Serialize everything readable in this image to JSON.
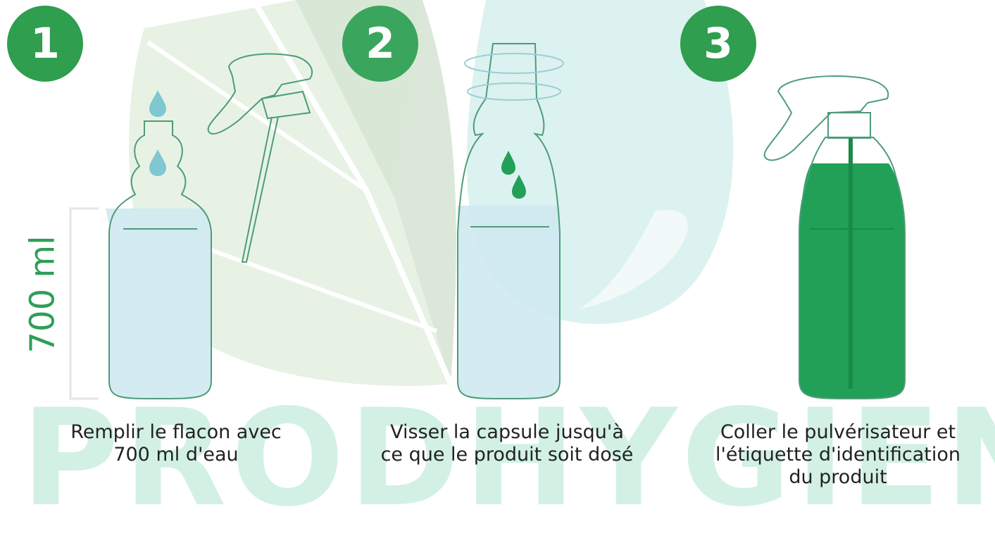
{
  "watermark": {
    "brand": "PRODHYGIENE"
  },
  "volume_label": "700 ml",
  "steps": [
    {
      "number": "1",
      "caption_lines": [
        "Remplir le flacon avec",
        "700 ml d'eau"
      ]
    },
    {
      "number": "2",
      "caption_lines": [
        "Visser la capsule jusqu'à",
        "ce que le produit soit dosé"
      ]
    },
    {
      "number": "3",
      "caption_lines": [
        "Coller le pulvérisateur et",
        "l'étiquette d'identification",
        "du produit"
      ]
    }
  ],
  "colors": {
    "badge_green": "#2f9e4f",
    "water_blue": "#cfe9f1",
    "product_green": "#22a058",
    "outline_green": "#4e9c78",
    "watermark_leaf_light": "#e3f0e0",
    "watermark_leaf_mid": "#cfe0cf",
    "watermark_drop": "#bfe7e3"
  }
}
